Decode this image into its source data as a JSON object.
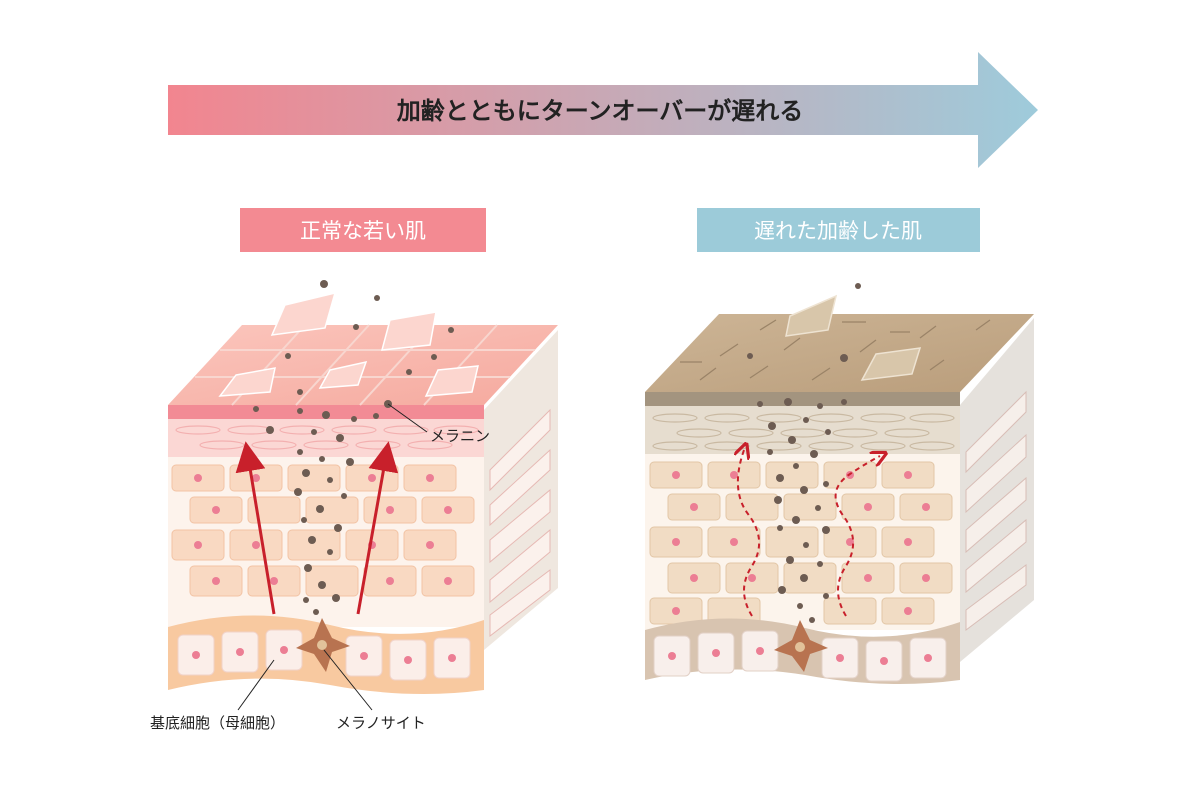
{
  "banner": {
    "text": "加齢とともにターンオーバーが遅れる",
    "gradient_start": "#f2858f",
    "gradient_end": "#9ecbdb"
  },
  "left_panel": {
    "title": "正常な若い肌",
    "title_bg": "#f38a92",
    "labels": {
      "melanin": "メラニン",
      "basal_cell": "基底細胞（母細胞）",
      "melanocyte": "メラノサイト"
    },
    "arrow_color": "#c8202b"
  },
  "right_panel": {
    "title": "遅れた加齢した肌",
    "title_bg": "#9ccbd9"
  }
}
